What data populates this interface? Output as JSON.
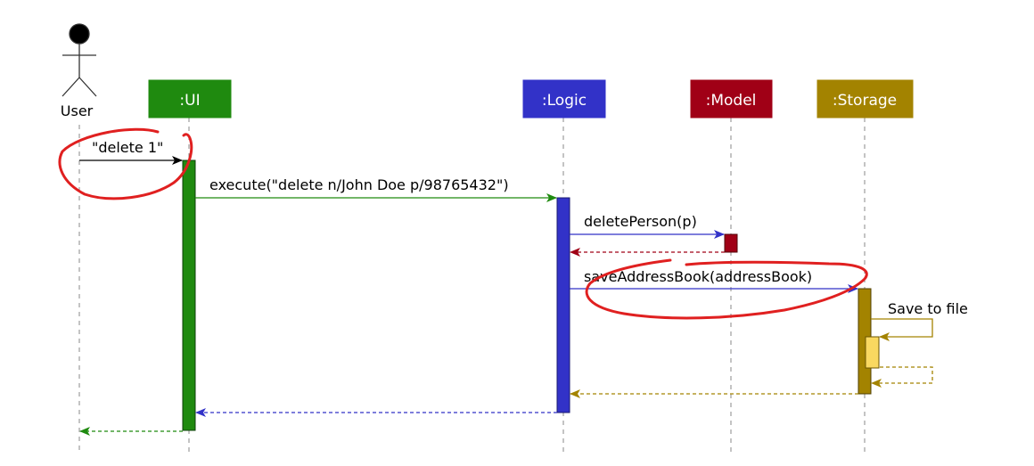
{
  "actor": {
    "label": "User"
  },
  "participants": [
    {
      "id": "ui",
      "label": ":UI",
      "color": "#1f8a0f"
    },
    {
      "id": "logic",
      "label": ":Logic",
      "color": "#3232c8"
    },
    {
      "id": "model",
      "label": ":Model",
      "color": "#a00016"
    },
    {
      "id": "storage",
      "label": ":Storage",
      "color": "#a38300"
    }
  ],
  "messages": [
    {
      "from": "user",
      "to": "ui",
      "label": "\"delete 1\"",
      "kind": "call",
      "color": "#000000"
    },
    {
      "from": "ui",
      "to": "logic",
      "label": "execute(\"delete n/John Doe p/98765432\")",
      "kind": "call",
      "color": "#1f8a0f"
    },
    {
      "from": "logic",
      "to": "model",
      "label": "deletePerson(p)",
      "kind": "call",
      "color": "#3232c8"
    },
    {
      "from": "model",
      "to": "logic",
      "label": "",
      "kind": "return",
      "color": "#a00016"
    },
    {
      "from": "logic",
      "to": "storage",
      "label": "saveAddressBook(addressBook)",
      "kind": "call",
      "color": "#3232c8"
    },
    {
      "from": "storage",
      "to": "storage",
      "label": "Save to file",
      "kind": "self-call",
      "color": "#a38300"
    },
    {
      "from": "storage",
      "to": "storage",
      "label": "",
      "kind": "self-return",
      "color": "#a38300"
    },
    {
      "from": "storage",
      "to": "logic",
      "label": "",
      "kind": "return",
      "color": "#a38300"
    },
    {
      "from": "logic",
      "to": "ui",
      "label": "",
      "kind": "return",
      "color": "#3232c8"
    },
    {
      "from": "ui",
      "to": "user",
      "label": "",
      "kind": "return",
      "color": "#1f8a0f"
    }
  ],
  "annotation_color": "#e02020"
}
